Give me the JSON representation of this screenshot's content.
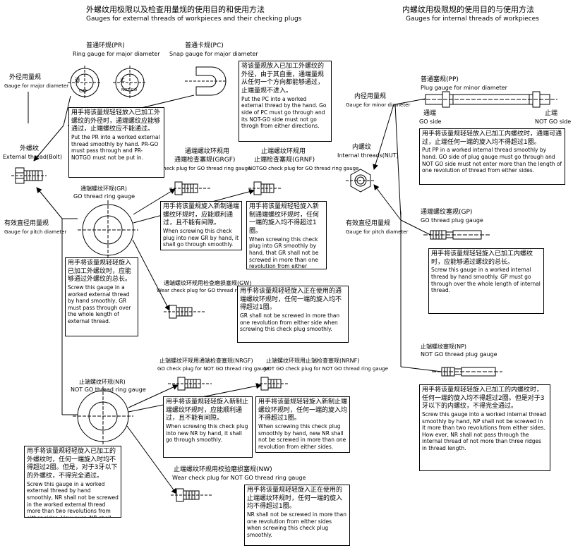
{
  "titles": {
    "external_cn": "外螺纹用极限以及检查用量规的使用目的和使用方法",
    "external_en": "Gauges for external threads of workpieces and their checking plugs",
    "internal_cn": "内螺纹用极限规的使用目的与使用方法",
    "internal_en": "Gauges for internal threads of workpieces"
  },
  "labels": {
    "pr_cn": "普通环规(PR)",
    "pr_en": "Ring gauge for major diameter",
    "pc_cn": "普通卡规(PC)",
    "pc_en": "Snap gauge for major diameter",
    "pr_go_mark": "通",
    "pr_go_en": "GO",
    "pr_notgo_mark": "止",
    "pr_notgo_en": "NOT GO",
    "outer_gauge_cn": "外径用量规",
    "outer_gauge_en": "Gauge for major diameter",
    "ext_thread_cn": "外螺纹",
    "ext_thread_en": "External thread(Bolt)",
    "pitch_left_cn": "有效直径用量规",
    "pitch_left_en": "Gauge for pitch diameter",
    "gr_cn": "通端螺纹环规(GR)",
    "gr_en": "GO thread ring gauge",
    "grgf_cn1": "通端螺纹环规用",
    "grgf_cn2": "通端检查塞规(GRGF)",
    "grgf_en": "GO check plug for GO thread ring gauge",
    "grnf_cn1": "止端螺纹环规用",
    "grnf_cn2": "止端检查塞规(GRNF)",
    "grnf_en": "NOTGO check plug for GO thread ring gauge",
    "gw_cn": "通端螺纹环规用检查磨损塞规(GW)",
    "gw_en": "Wear check plug for GO thread ring gauge",
    "nr_cn": "止端螺纹环规(NR)",
    "nr_en": "NOT GO thread ring gauge",
    "nrgf_cn": "止端螺纹环规用通端检查塞规(NRGF)",
    "nrgf_en": "GO check plug for NOT GO thread ring gauge",
    "nrnf_cn": "止端螺纹环规用止端检查塞规(NRNF)",
    "nrnf_en": "NOT GO check plug for NOT GO thread ring gauge",
    "nw_cn": "止端螺纹环规用校验磨损塞规(NW)",
    "nw_en": "Wear check plug for NOT GO thread ring gauge",
    "inner_gauge_cn": "内径用量规",
    "inner_gauge_en": "Gauge for minor diameter",
    "int_thread_cn": "内螺纹",
    "int_thread_en": "Internal threads(NUT)",
    "pitch_right_cn": "有效直径用量规",
    "pitch_right_en": "Gauge for pitch diameter",
    "pp_cn": "普通塞规(PP)",
    "pp_en": "Plug gauge for minor diameter",
    "pp_go_cn": "通端",
    "pp_go_en": "GO side",
    "pp_notgo_cn": "止端",
    "pp_notgo_en": "NOT GO side",
    "gp_cn": "通端螺纹塞规(GP)",
    "gp_en": "GO thread plug gauge",
    "np_cn": "止端螺纹塞规(NP)",
    "np_en": "NOT GO thread plug gauge"
  },
  "boxes": {
    "pc": {
      "cn": "将该量规放入已加工外螺纹的外径，由于其自重，通端量规从任何一个方向都能够通过，止端量规不进入。",
      "en": "Put the PC into a worked external thread by the hand. Go side of PC must go through and its NOT-GO side must not go throgh from either directions."
    },
    "pr": {
      "cn": "用手将该量规轻轻放入已加工外螺纹的外径时，通端螺纹应能够通过，止端螺纹应不能通过。",
      "en": "Put the PR into a worked external thread smoothly by hand. PR-GO must pass through and PR-NOTGO must not be put in."
    },
    "grgf": {
      "cn": "用手将该量规旋入新制通端螺纹环规时，应能顺利通过，且不能有间隙。",
      "en": "When screwing this check plug into new GR by hand, it shall go through smoothly."
    },
    "grnf": {
      "cn": "用手将该量规轻轻旋入新制通端螺纹环规时，任何一端的旋入均不得超过1圈。",
      "en": "When screwing this check plug into GR smoothly by hand, that GR shall not be screwed in more than one revolution from either sides."
    },
    "gr": {
      "cn": "用手将该量规轻轻旋入已加工外螺纹时，应能够通过外螺纹的总长。",
      "en": "Screw this gauge in a worked external thread by hand smoothly, GR must pass through over the whole length of external thread."
    },
    "gw": {
      "cn": "用手将该量规轻轻旋入正在使用的通端螺纹环规时，任何一端的旋入均不得超过1圈。",
      "en": "GR shall not be screwed in more than one revolution from either side when screwing this check plug smoothly."
    },
    "nrgf": {
      "cn": "用手将该量规轻轻旋入新制止端螺纹环规时，应能顺利通过，且不能有间隙。",
      "en": "When screwing this check plug into new NR by hand, it shall go through smoothly."
    },
    "nrnf": {
      "cn": "用手将该量规轻轻旋入新制止端螺纹环规时，任何一端的旋入均不得超过1圈。",
      "en": "When screwing this check plug smoothly by hand, new NR shall not be screwed in more than one revolution from either sides."
    },
    "nr": {
      "cn": "用手将该量规轻轻旋入已加工的外螺纹时，任何一端旋入时均不得超过2圈。但是，对于3牙以下的外螺纹，不得完全通过。",
      "en": "Screw this gauge in a worked external thread by hand smoothly, NR shall not be screwed in the worked external thread more than two revolutions from either sides. How ever, NR shall not pass through the external thread of not more than three ridges in thread length."
    },
    "nw": {
      "cn": "用手将该量规轻轻旋入正在使用的止端螺纹环规时，任何一端的旋入均不得超过1圈。",
      "en": "NR shall not be screwed in more than one revolution from either sides when screwing this check plug smoothly."
    },
    "pp": {
      "cn": "用手将该量规轻轻放入已加工内螺纹时，通端可通过，止端任何一端的旋入均不得超过1圈。",
      "en": "Put PP in a worked internal thread smoothly by hand. GO side of plug gauge must go through and NOT GO side must not enter more than the length of one revolution of thread from either sides."
    },
    "gp": {
      "cn": "用手将该量规轻轻旋入已加工内螺纹时，应能够通过螺纹的总长。",
      "en": "Screw this gauge in a worked internal thread by hand smoothly. GP must go through over the whole length of internal thread."
    },
    "np": {
      "cn": "用手将该量规轻轻旋入已加工的内螺纹时，任何一端的旋入均不得超过2圈。但是对于3牙以下的内螺纹，不得完全通过。",
      "en": "Screw this gauge into a worked internal thread smoothly by hand, NP shall not be screwed in it more than two revolutions from either sides. How ever, NR shall not pass through the internal thread of not more than three ridges in thread length."
    }
  }
}
